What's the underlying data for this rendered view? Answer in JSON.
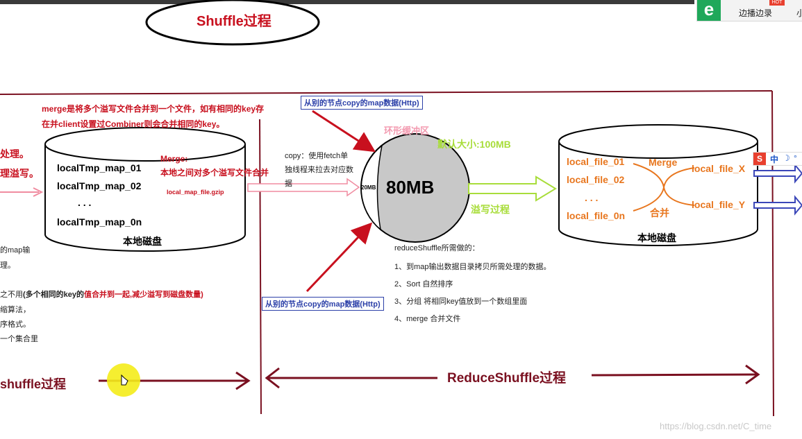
{
  "top_title": "Shuffle过程",
  "left_partial": {
    "line1": "处理。",
    "line2": "理溢写。",
    "line3": "的map输",
    "line4": "理。",
    "line5_prefix": "之不用",
    "line5_bold": "(多个相同的key的",
    "line5_red": "值合并到一起",
    "line5_tail": ",减少溢写到磁盘数量)",
    "line6": "缩算法，",
    "line7": "序格式。",
    "line8": "一个集合里"
  },
  "merge_note": {
    "line1": "merge是将多个溢写文件合并到一个文件，如有相同的key存",
    "line2": "在并client设置过Combiner则会合并相同的key。"
  },
  "left_disk": {
    "files": [
      "localTmp_map_01",
      "localTmp_map_02",
      ".    .    .",
      "localTmp_map_0n"
    ],
    "label": "本地磁盘",
    "merge_title": "Merge:",
    "merge_desc": "本地之间对多个溢写文件合并",
    "gzip_file": "local_map_file.gzip"
  },
  "copy_top": "从别的节点copy的map数据(Http)",
  "copy_bottom": "从别的节点copy的map数据(Http)",
  "copy_desc": {
    "line1": "copy：使用fetch单",
    "line2": "独线程来拉去对应数",
    "line3": "据"
  },
  "ring_buffer": {
    "title": "环形缓冲区",
    "default_size": "默认大小:100MB",
    "size": "80MB",
    "used": "20MB"
  },
  "spill_label": "溢写过程",
  "reduce_steps": {
    "title": "reduceShuffle所需做的：",
    "items": [
      "1、到map输出数据目录拷贝所需处理的数据。",
      "2、Sort  自然排序",
      "3、分组   将相同key值放到一个数组里面",
      "4、merge  合并文件"
    ]
  },
  "right_disk": {
    "files": [
      "local_file_01",
      "local_file_02",
      ".      .      .",
      "local_file_0n"
    ],
    "merge": "Merge",
    "combine": "合并",
    "out_x": "local_file_X",
    "out_y": "local_file_Y",
    "label": "本地磁盘"
  },
  "bottom_left": "shuffle过程",
  "bottom_right": "ReduceShuffle过程",
  "watermark": "https://blog.csdn.net/C_time",
  "browser": {
    "logo": "e",
    "hot": "HOT",
    "text": "边播边录",
    "text2": "小"
  },
  "ime": {
    "s": "S",
    "zh": "中",
    "moon": "☽",
    "dot": "°"
  }
}
